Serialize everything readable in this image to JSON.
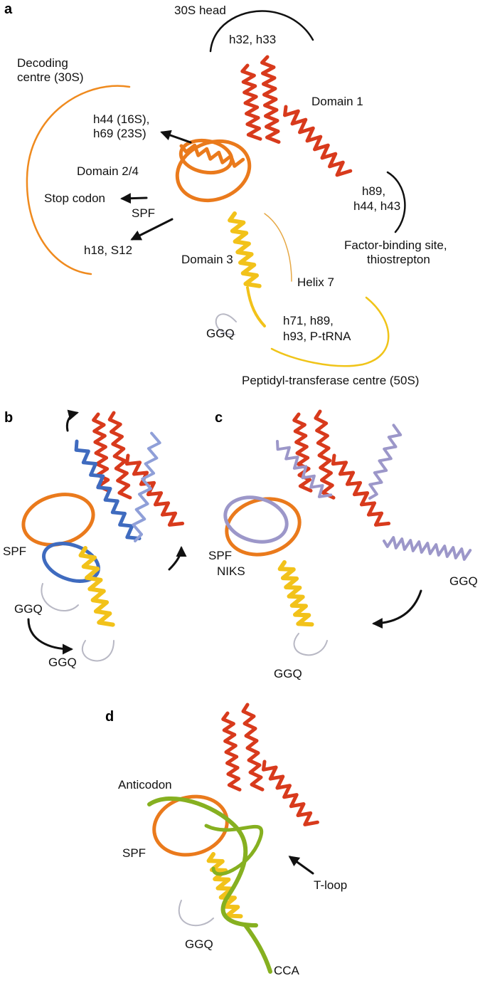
{
  "panels": {
    "a": "a",
    "b": "b",
    "c": "c",
    "d": "d"
  },
  "colors": {
    "domain1": "#d83a1c",
    "domain24": "#ea7a1c",
    "domain3": "#f2c21a",
    "orange_arc": "#ef8a1e",
    "yellow_arc": "#f0c419",
    "blue_dark": "#3f6bbf",
    "blue_light": "#8f9fd8",
    "lavender": "#9c97c9",
    "trna": "#86b020",
    "line": "#111111",
    "loop": "#b8b8c4"
  },
  "panel_a": {
    "head": "30S head",
    "h32": "h32, h33",
    "decoding": [
      "Decoding",
      "centre (30S)"
    ],
    "h44": [
      "h44 (16S),",
      "h69 (23S)"
    ],
    "domain1": "Domain 1",
    "domain24": "Domain 2/4",
    "stop": "Stop codon",
    "spf": "SPF",
    "h89": [
      "h89,",
      "h44, h43"
    ],
    "factor": [
      "Factor-binding site,",
      "thiostrepton"
    ],
    "h18": "h18, S12",
    "domain3": "Domain 3",
    "helix7": "Helix 7",
    "h71": [
      "h71, h89,",
      "h93, P-tRNA"
    ],
    "ggq": "GGQ",
    "ptc": "Peptidyl-transferase centre (50S)"
  },
  "panel_b": {
    "spf": "SPF",
    "ggq1": "GGQ",
    "ggq2": "GGQ"
  },
  "panel_c": {
    "spf": "SPF",
    "niks": "NIKS",
    "ggq_right": "GGQ",
    "ggq_bottom": "GGQ"
  },
  "panel_d": {
    "anticodon": "Anticodon",
    "spf": "SPF",
    "tloop": "T-loop",
    "ggq": "GGQ",
    "cca": "CCA"
  }
}
